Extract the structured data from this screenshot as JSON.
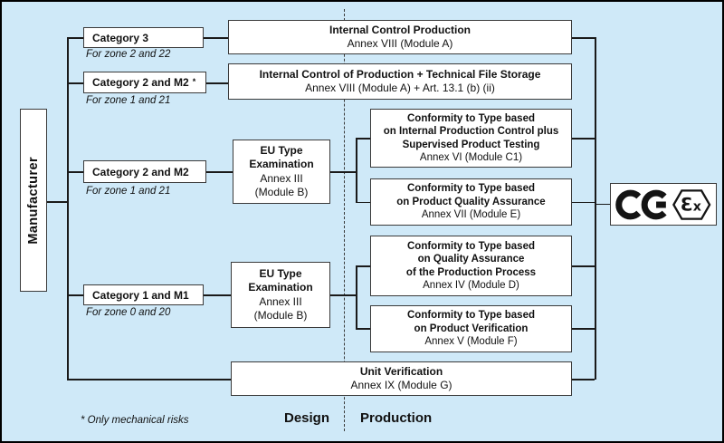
{
  "palette": {
    "background": "#cfe9f8",
    "box_fill": "#ffffff",
    "box_border": "#3a3a3a",
    "line": "#1a1a1a"
  },
  "manufacturer": {
    "label": "Manufacturer"
  },
  "categories": [
    {
      "label": "Category 3",
      "sup": "",
      "zone": "For zone 2 and 22"
    },
    {
      "label": "Category 2 and M2",
      "sup": "*",
      "zone": "For zone 1 and 21"
    },
    {
      "label": "Category 2 and M2",
      "sup": "",
      "zone": "For zone 1 and 21"
    },
    {
      "label": "Category 1 and M1",
      "sup": "",
      "zone": "For zone 0 and 20"
    }
  ],
  "boxes": {
    "module_a": {
      "title": "Internal Control Production",
      "sub": "Annex VIII (Module A)"
    },
    "module_a_tfs": {
      "title": "Internal Control of Production + Technical File Storage",
      "sub": "Annex VIII (Module A) + Art. 13.1 (b) (ii)"
    },
    "module_b_top": {
      "t1": "EU Type",
      "t2": "Examination",
      "s1": "Annex III",
      "s2": "(Module B)"
    },
    "module_b_bottom": {
      "t1": "EU Type",
      "t2": "Examination",
      "s1": "Annex III",
      "s2": "(Module B)"
    },
    "module_c1": {
      "t1": "Conformity to Type based",
      "t2": "on Internal Production Control plus",
      "t3": "Supervised Product Testing",
      "sub": "Annex VI (Module C1)"
    },
    "module_e": {
      "t1": "Conformity to Type based",
      "t2": "on Product Quality Assurance",
      "sub": "Annex VII (Module E)"
    },
    "module_d": {
      "t1": "Conformity to Type based",
      "t2": "on Quality Assurance",
      "t3": "of the Production Process",
      "sub": "Annex IV (Module D)"
    },
    "module_f": {
      "t1": "Conformity to Type based",
      "t2": "on Product Verification",
      "sub": "Annex V (Module F)"
    },
    "module_g": {
      "title": "Unit Verification",
      "sub": "Annex IX (Module G)"
    }
  },
  "phases": {
    "design": "Design",
    "production": "Production"
  },
  "footnote": "* Only mechanical risks",
  "ce_mark": {
    "epsilon": "Ɛ",
    "x": "x"
  }
}
